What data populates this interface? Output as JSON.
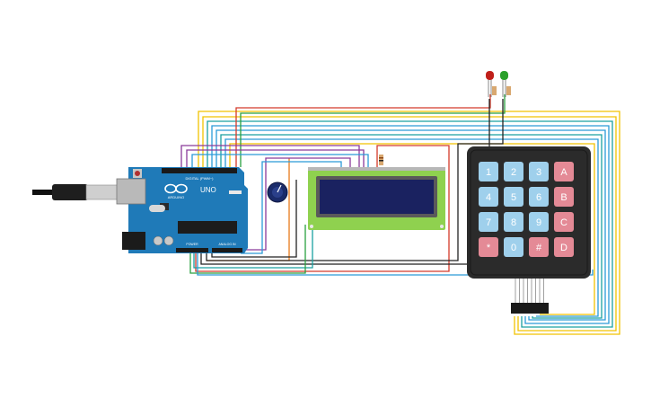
{
  "board": {
    "logo_text": "ARDUINO",
    "model": "UNO",
    "digital_header_label": "DIGITAL (PWM~)",
    "power_label": "POWER",
    "analog_label": "ANALOG IN"
  },
  "keypad": {
    "keys": [
      {
        "label": "1",
        "kind": "num"
      },
      {
        "label": "2",
        "kind": "num"
      },
      {
        "label": "3",
        "kind": "num"
      },
      {
        "label": "A",
        "kind": "letter"
      },
      {
        "label": "4",
        "kind": "num"
      },
      {
        "label": "5",
        "kind": "num"
      },
      {
        "label": "6",
        "kind": "num"
      },
      {
        "label": "B",
        "kind": "letter"
      },
      {
        "label": "7",
        "kind": "num"
      },
      {
        "label": "8",
        "kind": "num"
      },
      {
        "label": "9",
        "kind": "num"
      },
      {
        "label": "C",
        "kind": "letter"
      },
      {
        "label": "*",
        "kind": "symbol"
      },
      {
        "label": "0",
        "kind": "num"
      },
      {
        "label": "#",
        "kind": "symbol"
      },
      {
        "label": "D",
        "kind": "letter"
      }
    ]
  },
  "colors": {
    "board": "#1f7ab8",
    "keypad_body": "#2b2b2b",
    "key_num": "#9fd0ec",
    "key_letter": "#e48a96",
    "lcd_bezel": "#8fd14f",
    "lcd_screen": "#1a2260",
    "led_red": "#c0201a",
    "led_green": "#2aa02a",
    "wire_yellow": "#f2c200",
    "wire_blue": "#2a9bd8",
    "wire_purple": "#8a3a9a",
    "wire_red": "#d43a2a",
    "wire_green": "#2aa040",
    "wire_black": "#222222",
    "wire_orange": "#e87a1a",
    "wire_teal": "#1aa0a0"
  },
  "icons": [
    "usb-cable-icon",
    "potentiometer-icon",
    "led-icon",
    "resistor-icon"
  ]
}
